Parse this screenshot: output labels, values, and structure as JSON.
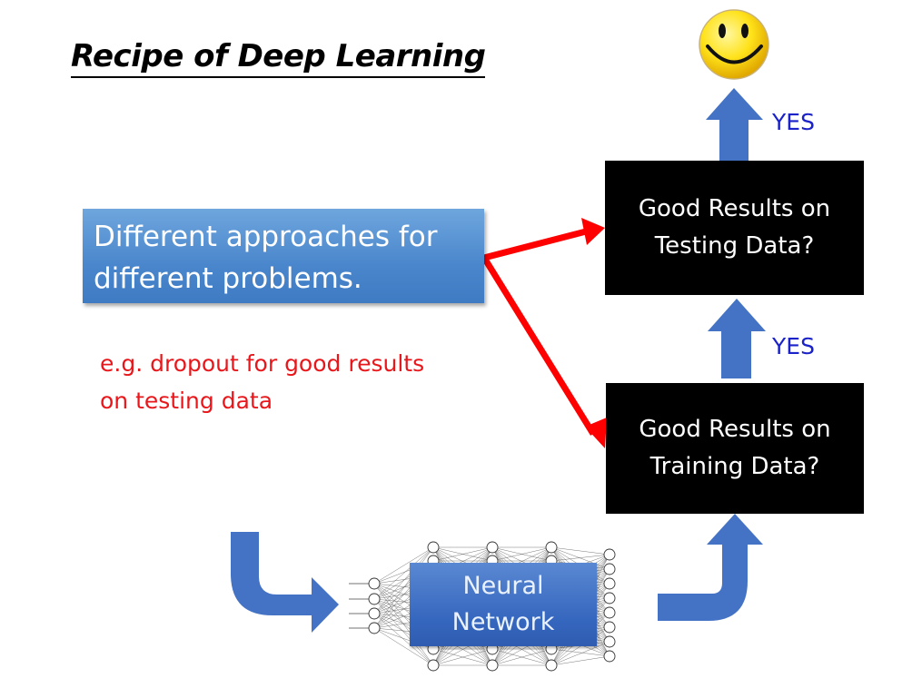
{
  "title": "Recipe of Deep Learning",
  "approach_box": {
    "line1": "Different approaches for",
    "line2": "different problems."
  },
  "example_note": {
    "line1": "e.g. dropout for good results",
    "line2": "on testing data"
  },
  "testing_box": {
    "line1": "Good Results on",
    "line2": "Testing Data?"
  },
  "training_box": {
    "line1": "Good Results on",
    "line2": "Training Data?"
  },
  "yes_labels": {
    "top": "YES",
    "middle": "YES"
  },
  "neural_network": {
    "line1": "Neural",
    "line2": "Network"
  },
  "icons": {
    "outcome": "smiley-face-icon"
  },
  "colors": {
    "arrow_blue": "#4472c4",
    "red_arrow": "#ff0000",
    "yes_text": "#1a22c8",
    "note_text": "#e8171b",
    "approach_box": "#4a86cc",
    "question_box": "#000000"
  }
}
